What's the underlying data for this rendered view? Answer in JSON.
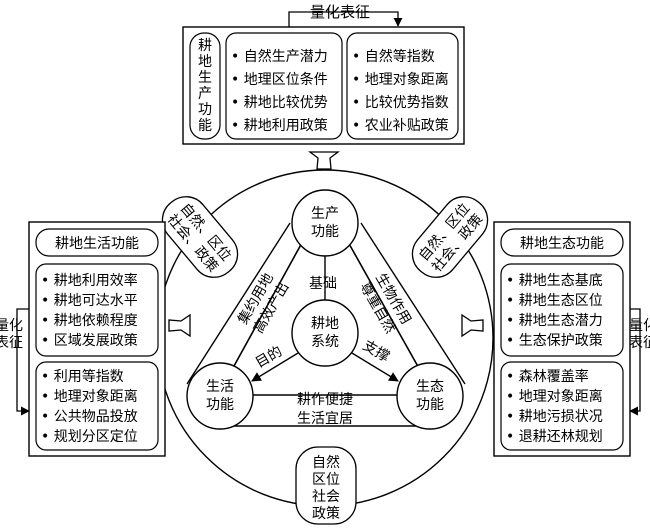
{
  "quantify_label": "量化表征",
  "production": {
    "title": "耕地生产功能",
    "factors": [
      "自然生产潜力",
      "地理区位条件",
      "耕地比较优势",
      "耕地利用政策"
    ],
    "indicators": [
      "自然等指数",
      "地理对象距离",
      "比较优势指数",
      "农业补贴政策"
    ]
  },
  "living": {
    "title": "耕地生活功能",
    "factors": [
      "耕地利用效率",
      "耕地可达水平",
      "耕地依赖程度",
      "区域发展政策"
    ],
    "indicators": [
      "利用等指数",
      "地理对象距离",
      "公共物品投放",
      "规划分区定位"
    ]
  },
  "ecology": {
    "title": "耕地生态功能",
    "factors": [
      "耕地生态基底",
      "耕地生态区位",
      "耕地生态潜力",
      "生态保护政策"
    ],
    "indicators": [
      "森林覆盖率",
      "地理对象距离",
      "耕地污损状况",
      "退耕还林规划"
    ]
  },
  "nodes": {
    "top": "生产功能",
    "left": "生活功能",
    "right": "生态功能",
    "center": "耕地系统"
  },
  "edges": {
    "left_side": "集约用地高效产出",
    "right_side": "生物作用尊重自然",
    "bottom_side": "耕作便捷生活宜居",
    "spoke_top": "基础",
    "spoke_left": "目的",
    "spoke_right": "支撑"
  },
  "drivers": {
    "upper_left": "自然、区位社会、政策",
    "upper_right": "自然、区位社会、政策",
    "bottom": "自然区位社会政策"
  }
}
